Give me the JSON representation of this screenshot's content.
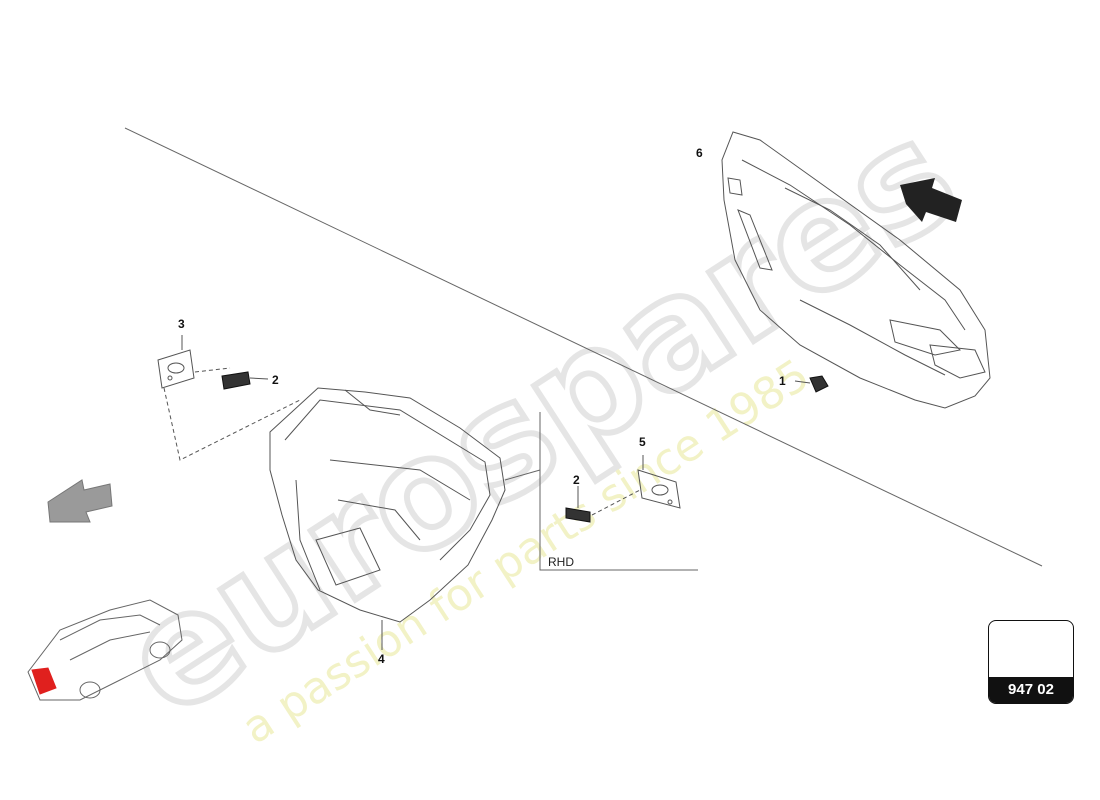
{
  "diagram": {
    "callouts": [
      "1",
      "2",
      "3",
      "2",
      "4",
      "5",
      "6"
    ],
    "variant_label": "RHD",
    "page_code": "947 02"
  },
  "watermark": {
    "brand": "eurospares",
    "tagline": "a passion for parts since 1985"
  },
  "colors": {
    "line": "#555555",
    "highlight": "#e0201e",
    "arrow_dark": "#222222",
    "arrow_grey": "#9a9a9a"
  }
}
